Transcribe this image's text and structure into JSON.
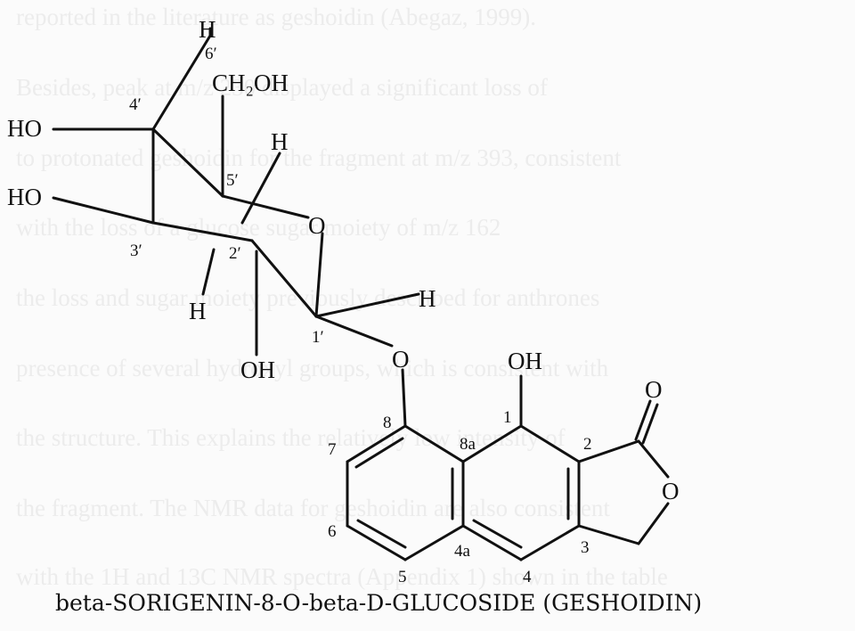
{
  "caption": "beta-SORIGENIN-8-O-beta-D-GLUCOSIDE (GESHOIDIN)",
  "background_text": [
    "reported in the literature as geshoidin (Abegaz, 1999).",
    "Besides, peak at m/z 230 displayed a significant loss of",
    "to protonated geshoidin for the fragment at m/z 393, consistent",
    "with the loss of a glucose sugar moiety of m/z 162",
    "the loss and sugar moiety previously described for anthrones",
    "presence of several hydroxyl groups, which is consistent with",
    "the structure. This explains the relatively low intensity of",
    "the fragment. The NMR data for geshoidin are also consistent",
    "with the 1H and 13C NMR spectra (Appendix 1) shown in the table"
  ],
  "atoms": {
    "H6": "H",
    "CH2OH": "CH₂OH",
    "HO4": "HO",
    "HO3": "HO",
    "H5": "H",
    "O_ring": "O",
    "H1": "H",
    "H2": "H",
    "OH2": "OH",
    "O_link": "O",
    "OH1": "OH",
    "O_carbonyl": "O",
    "O_lactone": "O"
  },
  "locants": {
    "n6p": "6′",
    "n4p": "4′",
    "n5p": "5′",
    "n3p": "3′",
    "n2p": "2′",
    "n1p": "1′",
    "n8": "8",
    "n1": "1",
    "n8a": "8a",
    "n2": "2",
    "n7": "7",
    "n6": "6",
    "n3": "3",
    "n4a": "4a",
    "n5": "5",
    "n4": "4"
  }
}
